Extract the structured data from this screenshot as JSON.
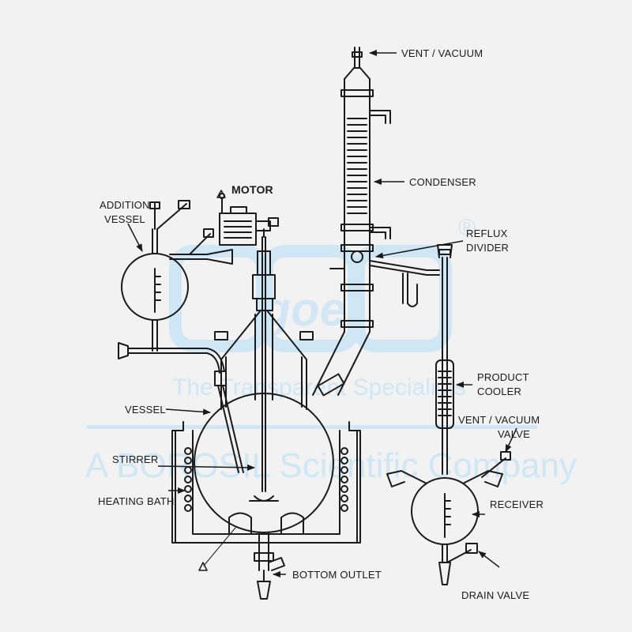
{
  "title": "Jacketed glass distillation / reactor assembly",
  "labels": {
    "vent_vacuum": "VENT / VACUUM",
    "condenser": "CONDENSER",
    "reflux_divider_1": "REFLUX",
    "reflux_divider_2": "DIVIDER",
    "addition_vessel_1": "ADDITION",
    "addition_vessel_2": "VESSEL",
    "motor": "MOTOR",
    "vessel": "VESSEL",
    "stirrer": "STIRRER",
    "heating_bath": "HEATING BATH",
    "bottom_outlet": "BOTTOM OUTLET",
    "product_cooler_1": "PRODUCT",
    "product_cooler_2": "COOLER",
    "vent_vacuum_valve_1": "VENT / VACUUM",
    "vent_vacuum_valve_2": "VALVE",
    "receiver": "RECEIVER",
    "drain_valve": "DRAIN VALVE"
  },
  "watermark": {
    "logo_text": "goel",
    "registered_mark": "®",
    "tagline": "The Transparent Specialists",
    "company_line": "A BOROSIL Scientific Company"
  },
  "colors": {
    "line": "#1a1a1a",
    "background": "#f2f2f2",
    "watermark": "#cfe6f4"
  }
}
